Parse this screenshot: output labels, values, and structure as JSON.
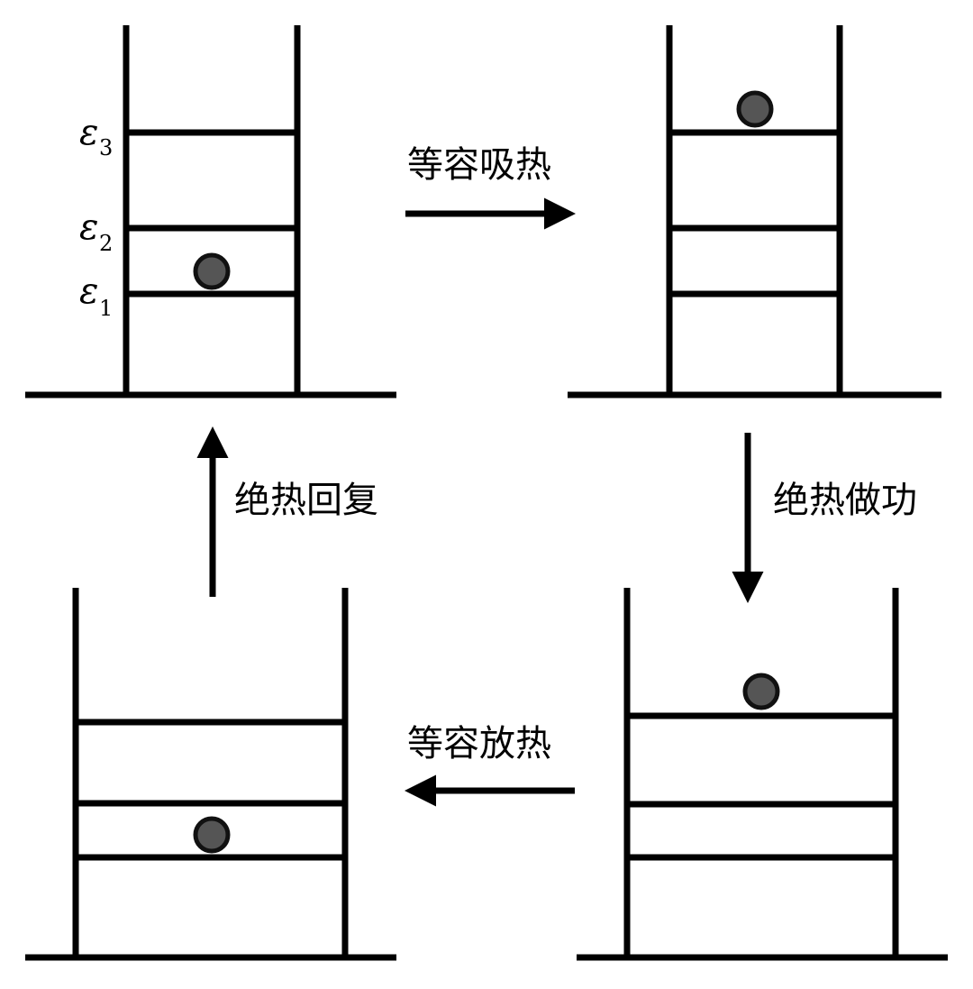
{
  "levels": {
    "symbol": "ε",
    "subscripts": [
      "3",
      "2",
      "1"
    ]
  },
  "steps": {
    "top": "等容吸热",
    "right": "绝热做功",
    "bottom": "等容放热",
    "left": "绝热回复"
  },
  "colors": {
    "line": "#000000",
    "ball_fill": "#555555",
    "ball_stroke": "#111111"
  }
}
